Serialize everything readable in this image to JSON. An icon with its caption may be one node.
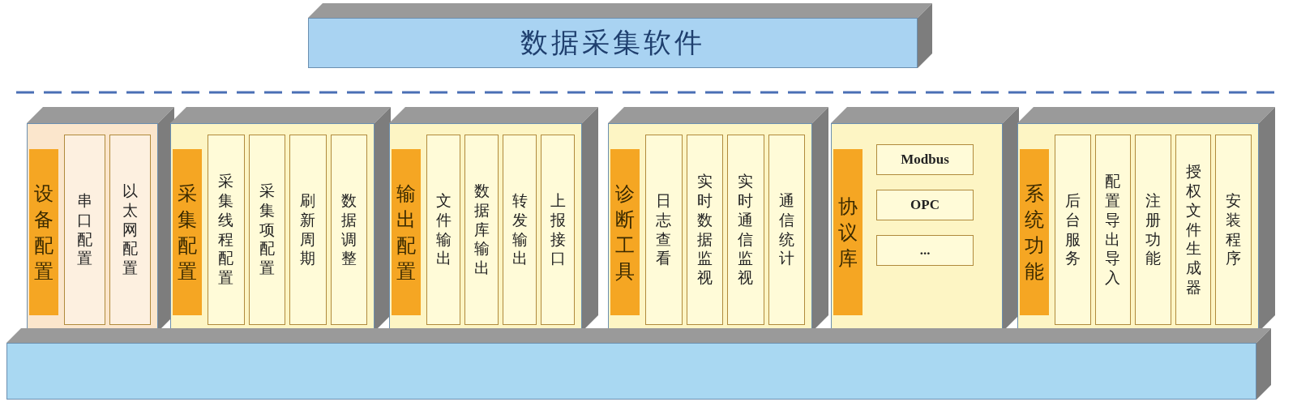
{
  "diagram": {
    "nodes": [
      {
        "text": [
          "数据采集软件"
        ]
      },
      {
        "text": [
          "设备配置"
        ]
      },
      {
        "text": [
          "串口配置"
        ],
        "in": 1
      },
      {
        "text": [
          "以太网配置"
        ],
        "in": 1
      },
      {
        "text": [
          "采集配置"
        ]
      },
      {
        "text": [
          "采集线程配置"
        ],
        "in": 4
      },
      {
        "text": [
          "采集项配置"
        ],
        "in": 4
      },
      {
        "text": [
          "刷新周期"
        ],
        "in": 4
      },
      {
        "text": [
          "数据调整"
        ],
        "in": 4
      },
      {
        "text": [
          "输出配置"
        ]
      },
      {
        "text": [
          "文件输出"
        ],
        "in": 9
      },
      {
        "text": [
          "数据库输出"
        ],
        "in": 9
      },
      {
        "text": [
          "转发输出"
        ],
        "in": 9
      },
      {
        "text": [
          "上报接口"
        ],
        "in": 9
      },
      {
        "text": [
          "诊断工具"
        ]
      },
      {
        "text": [
          "日志查看"
        ],
        "in": 14
      },
      {
        "text": [
          "实时数据监视"
        ],
        "in": 14
      },
      {
        "text": [
          "实时通信监视"
        ],
        "in": 14
      },
      {
        "text": [
          "通信统计"
        ],
        "in": 14
      },
      {
        "text": [
          "协议库"
        ]
      },
      {
        "text": [
          "Modbus"
        ],
        "in": 19
      },
      {
        "text": [
          "OPC"
        ],
        "in": 19
      },
      {
        "text": [
          "..."
        ],
        "in": 19
      },
      {
        "text": [
          "系统功能"
        ]
      },
      {
        "text": [
          "后台服务"
        ],
        "in": 23
      },
      {
        "text": [
          "配置导出导入"
        ],
        "in": 23
      },
      {
        "text": [
          "注册功能"
        ],
        "in": 23
      },
      {
        "text": [
          "授权文件生成器"
        ],
        "in": 23
      },
      {
        "text": [
          "安装程序"
        ],
        "in": 23
      },
      {
        "text": [],
        "shape": "bar"
      }
    ],
    "edges": []
  }
}
